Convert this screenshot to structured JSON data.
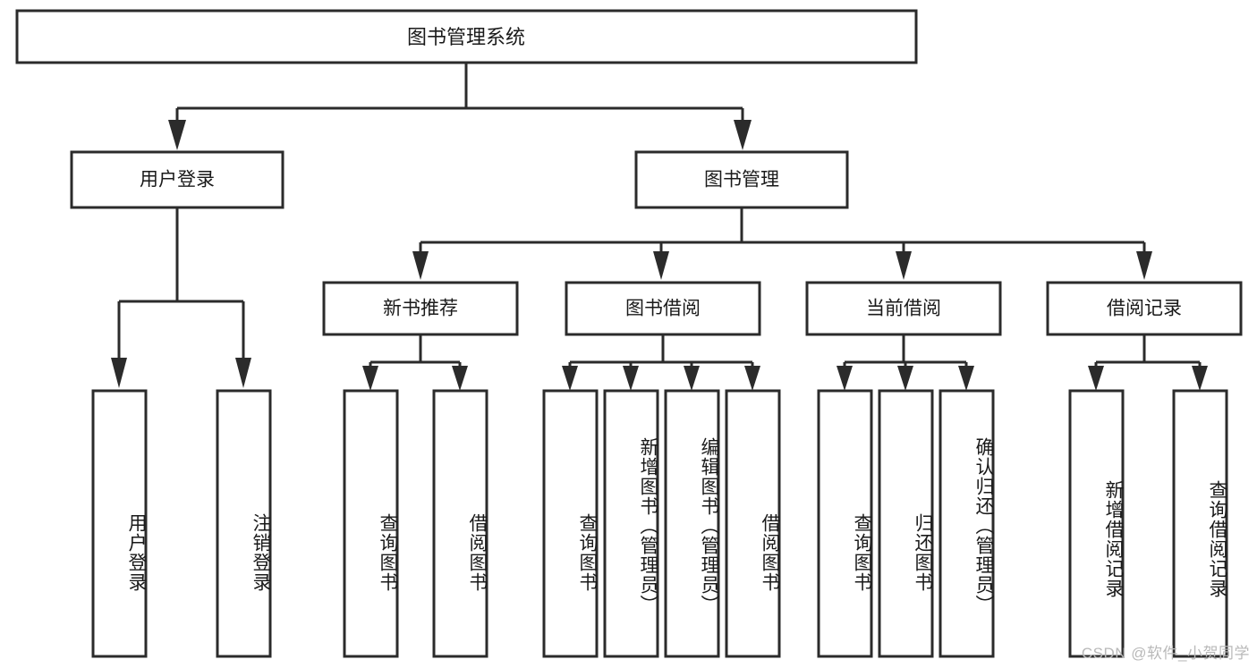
{
  "diagram": {
    "type": "tree",
    "orientation": "top-down",
    "title": "图书管理系统",
    "colors": {
      "box_stroke": "#2b2b2b",
      "box_fill": "#ffffff",
      "connector": "#2b2b2b",
      "text": "#1a1a1a",
      "watermark": "#b9b9b9",
      "background": "#ffffff"
    },
    "root": {
      "label": "图书管理系统"
    },
    "level2": [
      {
        "label": "用户登录"
      },
      {
        "label": "图书管理"
      }
    ],
    "level3": [
      {
        "label": "新书推荐"
      },
      {
        "label": "图书借阅"
      },
      {
        "label": "当前借阅"
      },
      {
        "label": "借阅记录"
      }
    ],
    "leaves": {
      "user_login": [
        {
          "label": "用户登录"
        },
        {
          "label": "注销登录"
        }
      ],
      "new_book_recommend": [
        {
          "label": "查询图书"
        },
        {
          "label": "借阅图书"
        }
      ],
      "book_borrow": [
        {
          "label": "查询图书"
        },
        {
          "label": "新增图书（管理员）"
        },
        {
          "label": "编辑图书（管理员）"
        },
        {
          "label": "借阅图书"
        }
      ],
      "current_borrow": [
        {
          "label": "查询图书"
        },
        {
          "label": "归还图书"
        },
        {
          "label": "确认归还（管理员）"
        }
      ],
      "borrow_record": [
        {
          "label": "新增借阅记录"
        },
        {
          "label": "查询借阅记录"
        }
      ]
    }
  },
  "watermark": {
    "text": "CSDN @软件_小贺同学"
  }
}
